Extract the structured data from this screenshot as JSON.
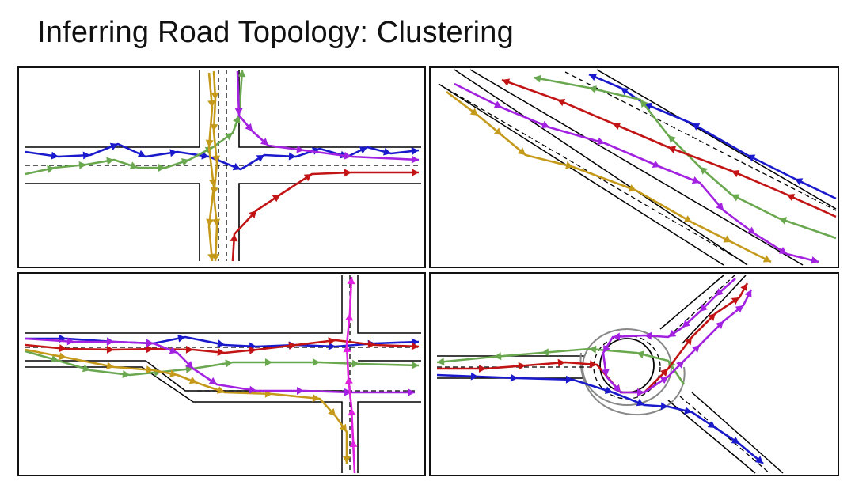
{
  "title": "Inferring Road Topology: Clustering",
  "colors": {
    "blue": "#1a1acc",
    "green": "#6aa84f",
    "gold": "#c59a1a",
    "red": "#c21414",
    "purple": "#a321e0",
    "magenta": "#e020e0",
    "road": "#000000",
    "roundabout": "#888888"
  },
  "panels": [
    {
      "name": "intersection-panel",
      "scene": "four-way intersection"
    },
    {
      "name": "highway-panel",
      "scene": "diagonal multi-lane highway"
    },
    {
      "name": "merge-panel",
      "scene": "lane merge with crossing road"
    },
    {
      "name": "roundabout-panel",
      "scene": "three-way roundabout"
    }
  ]
}
